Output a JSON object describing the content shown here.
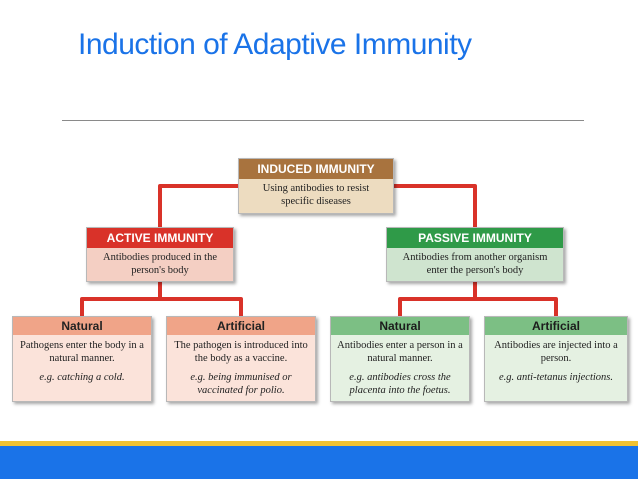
{
  "slide": {
    "title": "Induction of Adaptive Immunity"
  },
  "diagram": {
    "induced": {
      "title": "INDUCED IMMUNITY",
      "description": "Using antibodies to resist specific diseases"
    },
    "active": {
      "title": "ACTIVE IMMUNITY",
      "description": "Antibodies produced in the person's body",
      "natural": {
        "title": "Natural",
        "description": "Pathogens enter the body in a natural manner.",
        "example": "e.g. catching a cold."
      },
      "artificial": {
        "title": "Artificial",
        "description": "The pathogen is introduced into the body as a vaccine.",
        "example": "e.g. being immunised or vaccinated for polio."
      }
    },
    "passive": {
      "title": "PASSIVE IMMUNITY",
      "description": "Antibodies from another organism enter the person's body",
      "natural": {
        "title": "Natural",
        "description": "Antibodies enter a person in a natural manner.",
        "example": "e.g. antibodies cross the placenta into the foetus."
      },
      "artificial": {
        "title": "Artificial",
        "description": "Antibodies are injected into a person.",
        "example": "e.g. anti-tetanus injections."
      }
    },
    "colors": {
      "connector": "#d93229",
      "active_header": "#d93229",
      "passive_header": "#2f9a48",
      "induced_header": "#a8733e",
      "title_blue": "#1a73e8",
      "accent_gold": "#f1c232"
    }
  }
}
